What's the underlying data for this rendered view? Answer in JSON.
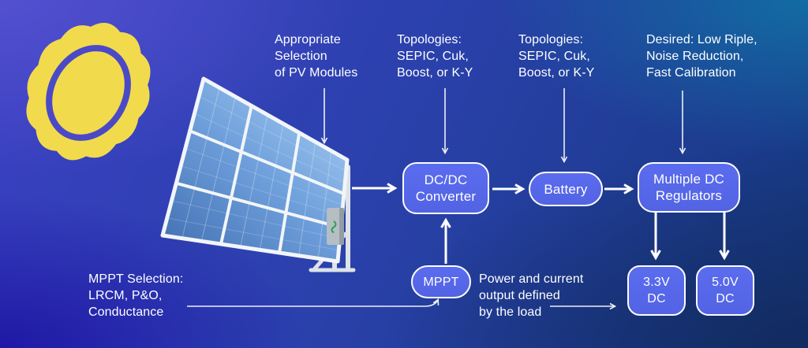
{
  "title": "Solar PV power system block diagram",
  "palette": {
    "box-fill": "#5263e4",
    "box-border": "#fdfdfd",
    "text": "#ffffff",
    "arrow": "#ffffff",
    "sun": "#f2da4d",
    "sun-ring": "#4b4ac6",
    "panel-light": "#a9cff4",
    "panel-dark": "#4472b4",
    "bg-top-left": "#5552d1",
    "bg-top-right": "#126fa5",
    "bg-bottom-left": "#1e16a4",
    "bg-bottom-right": "#122a5e"
  },
  "annotations": {
    "pv": "Appropriate\nSelection\nof PV Modules",
    "topologies_converter": "Topologies:\nSEPIC, Cuk,\nBoost, or K-Y",
    "topologies_battery": "Topologies:\nSEPIC, Cuk,\nBoost, or K-Y",
    "desired": "Desired: Low Riple,\nNoise Reduction,\nFast Calibration",
    "mppt_selection": "MPPT Selection:\nLRCM, P&O,\nConductance",
    "load": "Power and current\noutput defined\nby the load"
  },
  "nodes": {
    "dcdc": "DC/DC\nConverter",
    "battery": "Battery",
    "regulators": "Multiple DC\nRegulators",
    "mppt": "MPPT",
    "out33": "3.3V\nDC",
    "out50": "5.0V\nDC"
  },
  "icons": {
    "sun": "sun-icon",
    "panel": "solar-panel-icon",
    "controller": "charge-controller-icon"
  }
}
